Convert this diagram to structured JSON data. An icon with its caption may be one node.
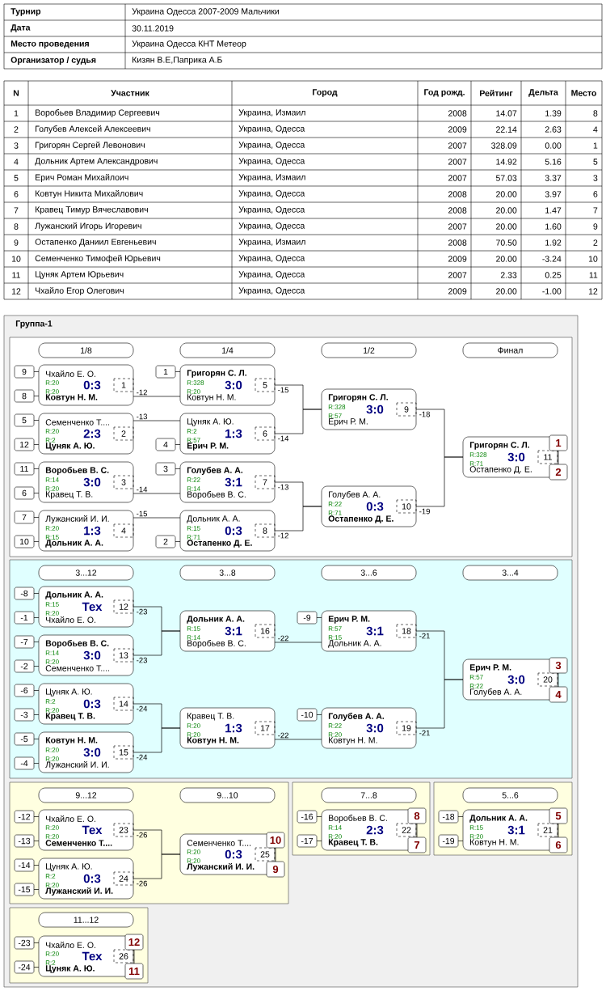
{
  "diagram": {
    "nodes": [
      {
        "text": [
          "Группа-1"
        ]
      },
      {
        "text": [],
        "shape": "box",
        "in": 0
      },
      {
        "text": [
          "1/8"
        ],
        "in": 1
      },
      {
        "text": [
          "1/4"
        ],
        "in": 1
      },
      {
        "text": [
          "1/2"
        ],
        "in": 1
      },
      {
        "text": [
          "Финал"
        ],
        "in": 1
      },
      {
        "text": [
          "9"
        ],
        "in": 1
      },
      {
        "text": [
          "8"
        ],
        "in": 1
      },
      {
        "text": [
          "Чхайло Е. О.",
          "R:20",
          "0:3",
          "R:20",
          "**Ковтун Н. М.**",
          "1"
        ],
        "in": 1
      },
      {
        "text": [
          "5"
        ],
        "in": 1
      },
      {
        "text": [
          "12"
        ],
        "in": 1
      },
      {
        "text": [
          "Семенченко Т....",
          "R:20",
          "2:3",
          "R:2",
          "**Цуняк А. Ю.**",
          "2"
        ],
        "in": 1
      },
      {
        "text": [
          "11"
        ],
        "in": 1
      },
      {
        "text": [
          "6"
        ],
        "in": 1
      },
      {
        "text": [
          "**Воробьев В. С.**",
          "R:14",
          "3:0",
          "R:20",
          "Кравец Т. В.",
          "3"
        ],
        "in": 1
      },
      {
        "text": [
          "7"
        ],
        "in": 1
      },
      {
        "text": [
          "10"
        ],
        "in": 1
      },
      {
        "text": [
          "Лужанский И. И.",
          "R:20",
          "1:3",
          "R:15",
          "**Дольник А. А.**",
          "4"
        ],
        "in": 1
      },
      {
        "text": [
          "1"
        ],
        "in": 1
      },
      {
        "text": [
          "**Григорян С. Л.**",
          "R:328",
          "3:0",
          "R:20",
          "Ковтун Н. М.",
          "5"
        ],
        "in": 1
      },
      {
        "text": [
          "Цуняк А. Ю.",
          "R:2",
          "1:3",
          "R:57",
          "**Ерич Р. М.**",
          "6"
        ],
        "in": 1
      },
      {
        "text": [
          "4"
        ],
        "in": 1
      },
      {
        "text": [
          "3"
        ],
        "in": 1
      },
      {
        "text": [
          "**Голубев А. А.**",
          "R:22",
          "3:1",
          "R:14",
          "Воробьев В. С.",
          "7"
        ],
        "in": 1
      },
      {
        "text": [
          "Дольник А. А.",
          "R:15",
          "0:3",
          "R:71",
          "**Остапенко Д. Е.**",
          "8"
        ],
        "in": 1
      },
      {
        "text": [
          "2"
        ],
        "in": 1
      },
      {
        "text": [
          "**Григорян С. Л.**",
          "R:328",
          "3:0",
          "R:57",
          "Ерич Р. М.",
          "9"
        ],
        "in": 1
      },
      {
        "text": [
          "Голубев А. А.",
          "R:22",
          "0:3",
          "R:71",
          "**Остапенко Д. Е.**",
          "10"
        ],
        "in": 1
      },
      {
        "text": [
          "**Григорян С. Л.**",
          "R:328",
          "3:0",
          "R:71",
          "Остапенко Д. Е.",
          "11"
        ],
        "in": 1
      },
      {
        "text": [
          "1"
        ],
        "in": 1
      },
      {
        "text": [
          "2"
        ],
        "in": 1
      },
      {
        "text": [],
        "shape": "box",
        "in": 0
      },
      {
        "text": [
          "3...12"
        ],
        "in": 31
      },
      {
        "text": [
          "3...8"
        ],
        "in": 31
      },
      {
        "text": [
          "3...6"
        ],
        "in": 31
      },
      {
        "text": [
          "3...4"
        ],
        "in": 31
      },
      {
        "text": [
          "-8"
        ],
        "in": 31
      },
      {
        "text": [
          "-1"
        ],
        "in": 31
      },
      {
        "text": [
          "**Дольник А. А.**",
          "R:15",
          "Тех",
          "R:20",
          "Чхайло Е. О.",
          "12"
        ],
        "in": 31
      },
      {
        "text": [
          "-7"
        ],
        "in": 31
      },
      {
        "text": [
          "-2"
        ],
        "in": 31
      },
      {
        "text": [
          "**Воробьев В. С.**",
          "R:14",
          "3:0",
          "R:20",
          "Семенченко Т....",
          "13"
        ],
        "in": 31
      },
      {
        "text": [
          "-6"
        ],
        "in": 31
      },
      {
        "text": [
          "-3"
        ],
        "in": 31
      },
      {
        "text": [
          "Цуняк А. Ю.",
          "R:2",
          "0:3",
          "R:20",
          "**Кравец Т. В.**",
          "14"
        ],
        "in": 31
      },
      {
        "text": [
          "-5"
        ],
        "in": 31
      },
      {
        "text": [
          "-4"
        ],
        "in": 31
      },
      {
        "text": [
          "**Ковтун Н. М.**",
          "R:20",
          "3:0",
          "R:20",
          "Лужанский И. И.",
          "15"
        ],
        "in": 31
      },
      {
        "text": [
          "**Дольник А. А.**",
          "R:15",
          "3:1",
          "R:14",
          "Воробьев В. С.",
          "16"
        ],
        "in": 31
      },
      {
        "text": [
          "Кравец Т. В.",
          "R:20",
          "1:3",
          "R:20",
          "**Ковтун Н. М.**",
          "17"
        ],
        "in": 31
      },
      {
        "text": [
          "-9"
        ],
        "in": 31
      },
      {
        "text": [
          "**Ерич Р. М.**",
          "R:57",
          "3:1",
          "R:15",
          "Дольник А. А.",
          "18"
        ],
        "in": 31
      },
      {
        "text": [
          "-10"
        ],
        "in": 31
      },
      {
        "text": [
          "**Голубев А. А.**",
          "R:22",
          "3:0",
          "R:20",
          "Ковтун Н. М.",
          "19"
        ],
        "in": 31
      },
      {
        "text": [
          "**Ерич Р. М.**",
          "R:57",
          "3:0",
          "R:22",
          "Голубев А. А.",
          "20"
        ],
        "in": 31
      },
      {
        "text": [
          "3"
        ],
        "in": 31
      },
      {
        "text": [
          "4"
        ],
        "in": 31
      },
      {
        "text": [],
        "shape": "box",
        "in": 0
      },
      {
        "text": [
          "9...12"
        ],
        "in": 57
      },
      {
        "text": [
          "9...10"
        ],
        "in": 57
      },
      {
        "text": [
          "-12"
        ],
        "in": 57
      },
      {
        "text": [
          "-13"
        ],
        "in": 57
      },
      {
        "text": [
          "Чхайло Е. О.",
          "R:20",
          "Тех",
          "R:20",
          "**Семенченко Т....**",
          "23"
        ],
        "in": 57
      },
      {
        "text": [
          "-14"
        ],
        "in": 57
      },
      {
        "text": [
          "-15"
        ],
        "in": 57
      },
      {
        "text": [
          "Цуняк А. Ю.",
          "R:2",
          "0:3",
          "R:20",
          "**Лужанский И. И.**",
          "24"
        ],
        "in": 57
      },
      {
        "text": [
          "Семенченко Т....",
          "R:20",
          "0:3",
          "R:20",
          "**Лужанский И. И.**",
          "25"
        ],
        "in": 57
      },
      {
        "text": [
          "10"
        ],
        "in": 57
      },
      {
        "text": [
          "9"
        ],
        "in": 57
      },
      {
        "text": [],
        "shape": "box",
        "in": 0
      },
      {
        "text": [
          "7...8"
        ],
        "in": 69
      },
      {
        "text": [
          "-16"
        ],
        "in": 69
      },
      {
        "text": [
          "-17"
        ],
        "in": 69
      },
      {
        "text": [
          "Воробьев В. С.",
          "R:14",
          "2:3",
          "R:20",
          "**Кравец Т. В.**",
          "22"
        ],
        "in": 69
      },
      {
        "text": [
          "8"
        ],
        "in": 69
      },
      {
        "text": [
          "7"
        ],
        "in": 69
      },
      {
        "text": [],
        "shape": "box",
        "in": 0
      },
      {
        "text": [
          "5...6"
        ],
        "in": 76
      },
      {
        "text": [
          "-18"
        ],
        "in": 76
      },
      {
        "text": [
          "-19"
        ],
        "in": 76
      },
      {
        "text": [
          "**Дольник А. А.**",
          "R:15",
          "3:1",
          "R:20",
          "Ковтун Н. М.",
          "21"
        ],
        "in": 76
      },
      {
        "text": [
          "5"
        ],
        "in": 76
      },
      {
        "text": [
          "6"
        ],
        "in": 76
      },
      {
        "text": [],
        "shape": "box",
        "in": 0
      },
      {
        "text": [
          "11...12"
        ],
        "in": 83
      },
      {
        "text": [
          "-23"
        ],
        "in": 83
      },
      {
        "text": [
          "-24"
        ],
        "in": 83
      },
      {
        "text": [
          "Чхайло Е. О.",
          "R:20",
          "Тех",
          "R:2",
          "**Цуняк А. Ю.**",
          "26"
        ],
        "in": 83
      },
      {
        "text": [
          "12"
        ],
        "in": 83
      },
      {
        "text": [
          "11"
        ],
        "in": 83
      }
    ],
    "edges": [
      {
        "from": 6,
        "to": 8,
        "arrow": "none"
      },
      {
        "from": 7,
        "to": 8,
        "arrow": "none"
      },
      {
        "from": 9,
        "to": 11,
        "arrow": "none"
      },
      {
        "from": 10,
        "to": 11,
        "arrow": "none"
      },
      {
        "from": 12,
        "to": 14,
        "arrow": "none"
      },
      {
        "from": 13,
        "to": 14,
        "arrow": "none"
      },
      {
        "from": 15,
        "to": 17,
        "arrow": "none"
      },
      {
        "from": 16,
        "to": 17,
        "arrow": "none"
      },
      {
        "from": 18,
        "to": 19,
        "arrow": "none"
      },
      {
        "from": 21,
        "to": 20,
        "arrow": "none"
      },
      {
        "from": 22,
        "to": 23,
        "arrow": "none"
      },
      {
        "from": 25,
        "to": 24,
        "arrow": "none"
      },
      {
        "from": 8,
        "to": 19,
        "arrow": "none",
        "label": "-12"
      },
      {
        "from": 11,
        "to": 20,
        "arrow": "none",
        "label": "-13"
      },
      {
        "from": 14,
        "to": 23,
        "arrow": "none",
        "label": "-14"
      },
      {
        "from": 17,
        "to": 24,
        "arrow": "none",
        "label": "-15"
      },
      {
        "from": 19,
        "to": 26,
        "arrow": "none",
        "label": "-15"
      },
      {
        "from": 20,
        "to": 26,
        "arrow": "none",
        "label": "-14"
      },
      {
        "from": 23,
        "to": 27,
        "arrow": "none",
        "label": "-13"
      },
      {
        "from": 24,
        "to": 27,
        "arrow": "none",
        "label": "-12"
      },
      {
        "from": 26,
        "to": 28,
        "arrow": "none",
        "label": "-18"
      },
      {
        "from": 27,
        "to": 28,
        "arrow": "none",
        "label": "-19"
      },
      {
        "from": 29,
        "to": 30,
        "arrow": "none"
      },
      {
        "from": 36,
        "to": 38,
        "arrow": "none"
      },
      {
        "from": 37,
        "to": 38,
        "arrow": "none"
      },
      {
        "from": 39,
        "to": 41,
        "arrow": "none"
      },
      {
        "from": 40,
        "to": 41,
        "arrow": "none"
      },
      {
        "from": 42,
        "to": 44,
        "arrow": "none"
      },
      {
        "from": 43,
        "to": 44,
        "arrow": "none"
      },
      {
        "from": 45,
        "to": 47,
        "arrow": "none"
      },
      {
        "from": 46,
        "to": 47,
        "arrow": "none"
      },
      {
        "from": 50,
        "to": 51,
        "arrow": "none"
      },
      {
        "from": 52,
        "to": 53,
        "arrow": "none"
      },
      {
        "from": 38,
        "to": 48,
        "arrow": "none",
        "label": "-23"
      },
      {
        "from": 41,
        "to": 48,
        "arrow": "none",
        "label": "-23"
      },
      {
        "from": 44,
        "to": 49,
        "arrow": "none",
        "label": "-24"
      },
      {
        "from": 47,
        "to": 49,
        "arrow": "none",
        "label": "-24"
      },
      {
        "from": 48,
        "to": 51,
        "arrow": "none",
        "label": "-22"
      },
      {
        "from": 49,
        "to": 53,
        "arrow": "none",
        "label": "-22"
      },
      {
        "from": 51,
        "to": 54,
        "arrow": "none",
        "label": "-21"
      },
      {
        "from": 53,
        "to": 54,
        "arrow": "none",
        "label": "-21"
      },
      {
        "from": 55,
        "to": 56,
        "arrow": "none"
      },
      {
        "from": 60,
        "to": 62,
        "arrow": "none"
      },
      {
        "from": 61,
        "to": 62,
        "arrow": "none"
      },
      {
        "from": 63,
        "to": 65,
        "arrow": "none"
      },
      {
        "from": 64,
        "to": 65,
        "arrow": "none"
      },
      {
        "from": 62,
        "to": 66,
        "arrow": "none",
        "label": "-26"
      },
      {
        "from": 65,
        "to": 66,
        "arrow": "none",
        "label": "-26"
      },
      {
        "from": 67,
        "to": 68,
        "arrow": "none"
      },
      {
        "from": 71,
        "to": 73,
        "arrow": "none"
      },
      {
        "from": 72,
        "to": 73,
        "arrow": "none"
      },
      {
        "from": 74,
        "to": 75,
        "arrow": "none"
      },
      {
        "from": 78,
        "to": 80,
        "arrow": "none"
      },
      {
        "from": 79,
        "to": 80,
        "arrow": "none"
      },
      {
        "from": 81,
        "to": 82,
        "arrow": "none"
      },
      {
        "from": 85,
        "to": 87,
        "arrow": "none"
      },
      {
        "from": 86,
        "to": 87,
        "arrow": "none"
      },
      {
        "from": 88,
        "to": 89,
        "arrow": "none"
      }
    ],
    "labels": [
      "Турнир",
      "Украина Одесса 2007-2009 Мальчики",
      "Дата",
      "30.11.2019",
      "Место проведения",
      "Украина Одесса КНТ Метеор",
      "Организатор / судья",
      "Кизян В.Е,Паприка А.Б",
      "N",
      "Участник",
      "Город",
      "Год рожд.",
      "Рейтинг",
      "Дельта",
      "Место",
      "1",
      "Воробьев Владимир Сергеевич",
      "Украина, Измаил",
      "2008",
      "14.07",
      "1.39",
      "8",
      "2",
      "Голубев Алексей Алексеевич",
      "Украина, Одесса",
      "2009",
      "22.14",
      "2.63",
      "4",
      "3",
      "Григорян Сергей Левонович",
      "Украина, Одесса",
      "2007",
      "328.09",
      "0.00",
      "1",
      "4",
      "Дольник Артем Александрович",
      "Украина, Одесса",
      "2007",
      "14.92",
      "5.16",
      "5",
      "5",
      "Ерич Роман Михайлоич",
      "Украина, Измаил",
      "2007",
      "57.03",
      "3.37",
      "3",
      "6",
      "Ковтун Никита Михайлович",
      "Украина, Одесса",
      "2008",
      "20.00",
      "3.97",
      "6",
      "7",
      "Кравец Тимур Вячеславович",
      "Украина, Одесса",
      "2008",
      "20.00",
      "1.47",
      "7",
      "8",
      "Лужанский Игорь Игоревич",
      "Украина, Одесса",
      "2007",
      "20.00",
      "1.60",
      "9",
      "9",
      "Остапенко Даниил Евгеньевич",
      "Украина, Измаил",
      "2008",
      "70.50",
      "1.92",
      "2",
      "10",
      "Семенченко Тимофей Юрьевич",
      "Украина, Одесса",
      "2009",
      "20.00",
      "-3.24",
      "10",
      "11",
      "Цуняк Артем Юрьевич",
      "Украина, Одесса",
      "2007",
      "2.33",
      "0.25",
      "11",
      "12",
      "Чхайло Егор Олегович",
      "Украина, Одесса",
      "2009",
      "20.00",
      "-1.00",
      "12"
    ]
  }
}
